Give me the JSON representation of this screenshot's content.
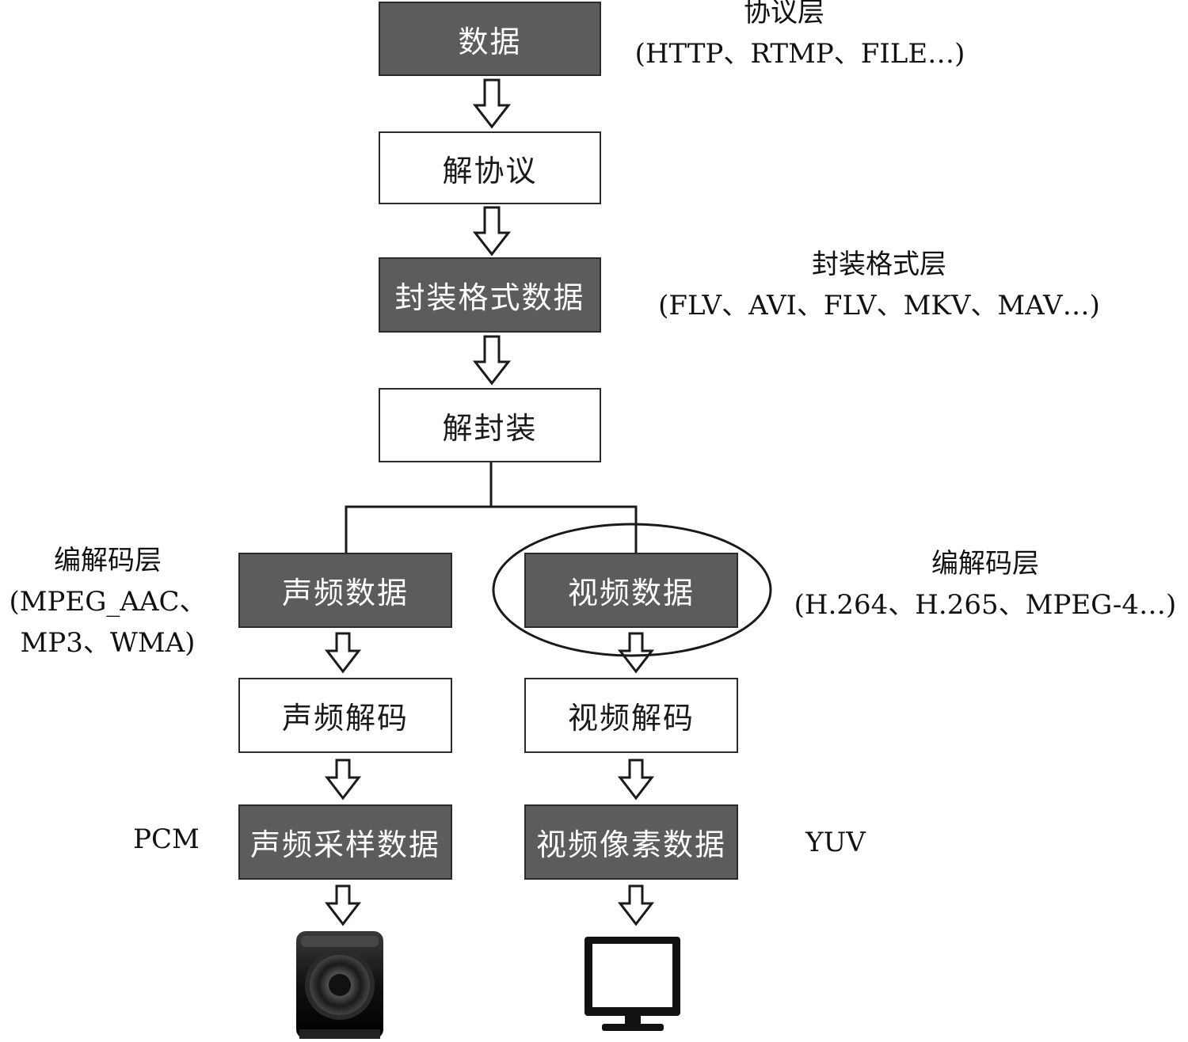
{
  "colors": {
    "data_box_fill": "#5c5c5c",
    "process_box_fill": "#ffffff",
    "stroke": "#2b2b2b"
  },
  "nodes": {
    "data": "数据",
    "deprotocol": "解协议",
    "container_data": "封装格式数据",
    "demux": "解封装",
    "audio_data": "声频数据",
    "video_data": "视频数据",
    "audio_decode": "声频解码",
    "video_decode": "视频解码",
    "audio_samples": "声频采样数据",
    "video_pixels": "视频像素数据"
  },
  "notes": {
    "protocol_layer": {
      "title": "协议层",
      "detail": "(HTTP、RTMP、FILE…)"
    },
    "format_layer": {
      "title": "封装格式层",
      "detail": "(FLV、AVI、FLV、MKV、MAV…)"
    },
    "audio_codec_layer": {
      "title": "编解码层",
      "detail": "(MPEG_AAC、",
      "detail2": "MP3、WMA)"
    },
    "video_codec_layer": {
      "title": "编解码层",
      "detail": "(H.264、H.265、MPEG-4…)"
    },
    "audio_format": "PCM",
    "video_format": "YUV"
  },
  "icons": {
    "audio_output": "speaker-icon",
    "video_output": "monitor-icon"
  },
  "highlight": "ellipse around video data"
}
